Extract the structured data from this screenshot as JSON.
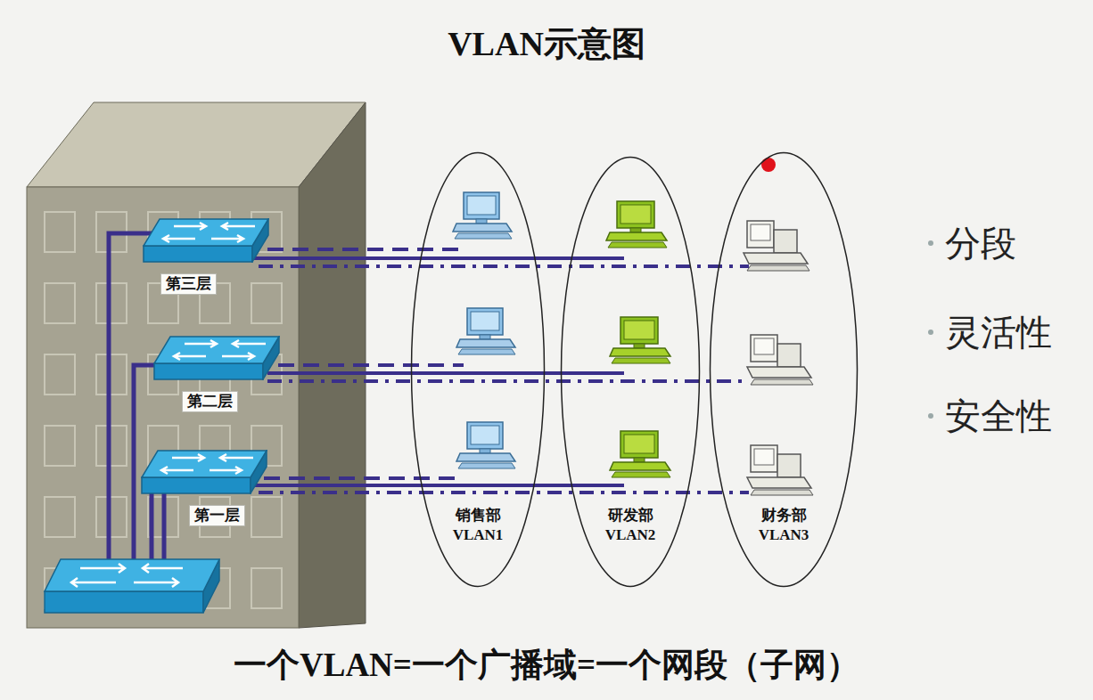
{
  "diagram": {
    "title": "VLAN示意图",
    "caption": "一个VLAN=一个广播域=一个网段（子网）",
    "nodes": [
      {
        "text": [
          "第三层"
        ]
      },
      {
        "text": [
          "第二层"
        ]
      },
      {
        "text": [
          "第一层"
        ]
      },
      {
        "text": [
          "销售部 VLAN1"
        ]
      },
      {
        "text": [
          "研发部 VLAN2"
        ]
      },
      {
        "text": [
          "财务部 VLAN3"
        ]
      }
    ],
    "labels": [
      "分段",
      "灵活性",
      "安全性"
    ]
  }
}
